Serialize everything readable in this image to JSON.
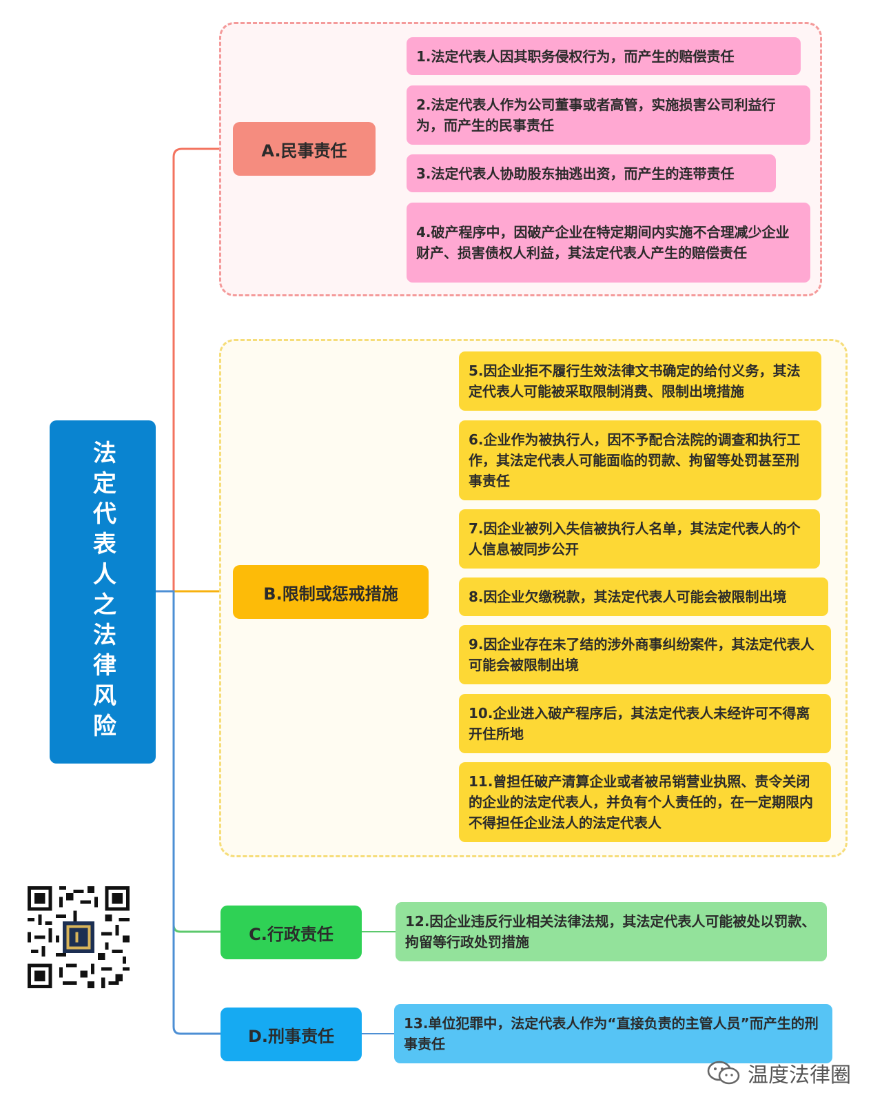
{
  "root": {
    "title": "法定代表人之法律风险"
  },
  "branches": {
    "a": {
      "label": "A.民事责任",
      "color": "#f58c7f",
      "line": "#f3735f"
    },
    "b": {
      "label": "B.限制或惩戒措施",
      "color": "#fdbb08",
      "line": "#f7b10f"
    },
    "c": {
      "label": "C.行政责任",
      "color": "#2fd155",
      "line": "#5cc86c"
    },
    "d": {
      "label": "D.刑事责任",
      "color": "#16aaf2",
      "line": "#4d8fd4"
    }
  },
  "items": {
    "i1": "1.法定代表人因其职务侵权行为，而产生的赔偿责任",
    "i2": "2.法定代表人作为公司董事或者高管，实施损害公司利益行为，而产生的民事责任",
    "i3": "3.法定代表人协助股东抽逃出资，而产生的连带责任",
    "i4": "4.破产程序中，因破产企业在特定期间内实施不合理减少企业财产、损害债权人利益，其法定代表人产生的赔偿责任",
    "i5": "5.因企业拒不履行生效法律文书确定的给付义务，其法定代表人可能被采取限制消费、限制出境措施",
    "i6": "6.企业作为被执行人，因不予配合法院的调查和执行工作，其法定代表人可能面临的罚款、拘留等处罚甚至刑事责任",
    "i7": "7.因企业被列入失信被执行人名单，其法定代表人的个人信息被同步公开",
    "i8": "8.因企业欠缴税款，其法定代表人可能会被限制出境",
    "i9": "9.因企业存在未了结的涉外商事纠纷案件，其法定代表人可能会被限制出境",
    "i10": "10.企业进入破产程序后，其法定代表人未经许可不得离开住所地",
    "i11": "11.曾担任破产清算企业或者被吊销营业执照、责令关闭的企业的法定代表人，并负有个人责任的，在一定期限内不得担任企业法人的法定代表人",
    "i12": "12.因企业违反行业相关法律法规，其法定代表人可能被处以罚款、拘留等行政处罚措施",
    "i13": "13.单位犯罪中，法定代表人作为“直接负责的主管人员”而产生的刑事责任"
  },
  "watermark": {
    "text": "温度法律圈",
    "icon": "wechat-icon"
  },
  "qr": {
    "icon": "qr-code-icon"
  },
  "colors": {
    "leaf_a": "#ffa8d2",
    "leaf_b": "#fdd835",
    "leaf_c": "#93e29b",
    "leaf_d": "#56c4f5",
    "group_a_border": "#f49a9a",
    "group_a_bg": "#fff5f6",
    "group_b_border": "#f6dd79",
    "group_b_bg": "#fffcf2"
  }
}
